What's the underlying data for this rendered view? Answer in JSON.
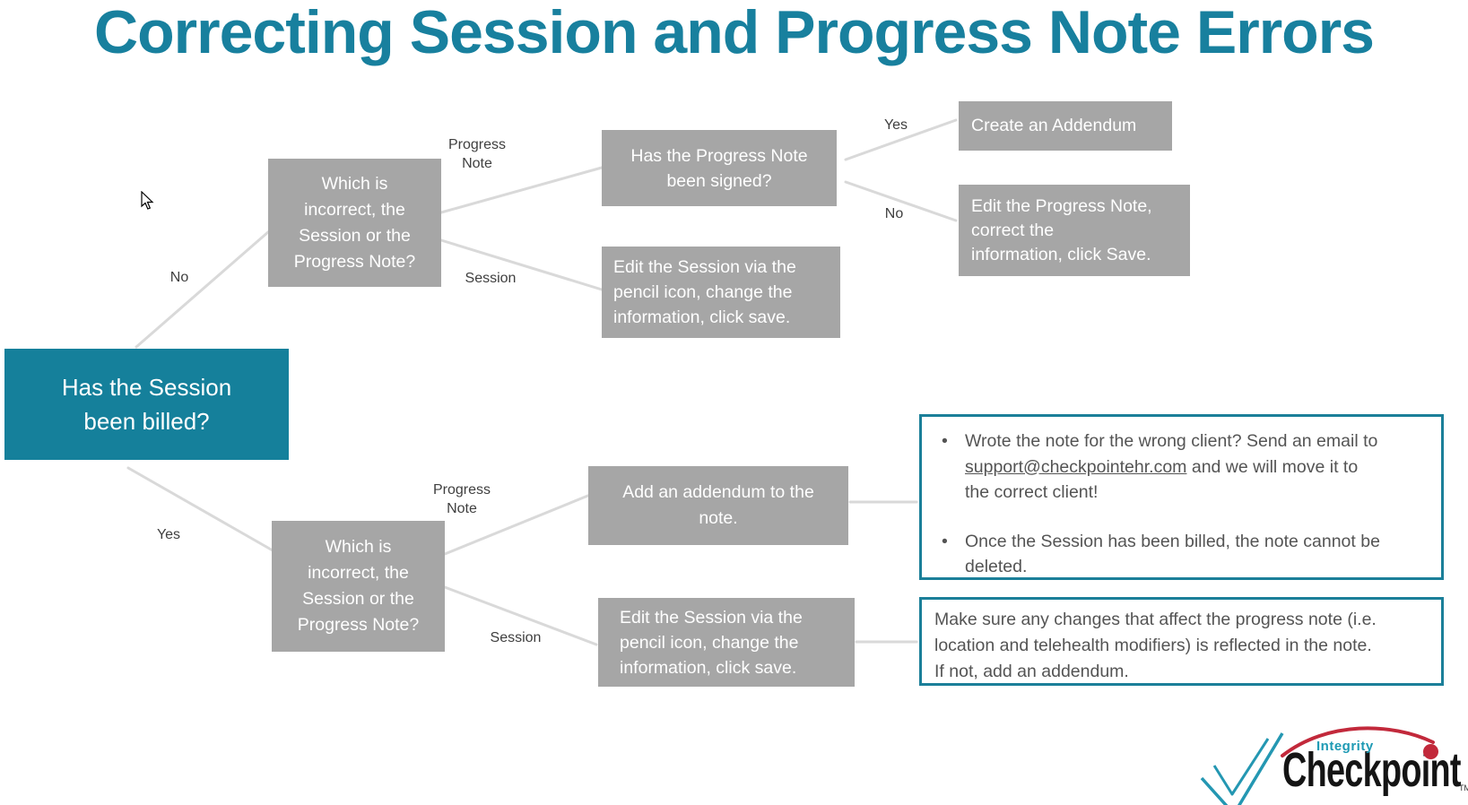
{
  "title": "Correcting Session and Progress Note Errors",
  "colors": {
    "teal_fill": "#15809B",
    "title_teal": "#18809E",
    "gray_box": "#A6A6A6",
    "note_border_teal": "#1B7F99",
    "connector_gray": "#D9D9D9",
    "label_text": "#3F3F3F",
    "note_text": "#545454",
    "logo_red": "#C2293B",
    "logo_teal": "#2497B2"
  },
  "flowchart": {
    "root": {
      "label": "Has the Session\nbeen billed?"
    },
    "edges": {
      "no_top": "No",
      "yes_bottom": "Yes",
      "progress_note_top": "Progress\nNote",
      "session_top": "Session",
      "signed_yes": "Yes",
      "signed_no": "No",
      "progress_note_bottom": "Progress\nNote",
      "session_bottom": "Session"
    },
    "nodes": {
      "which_top": {
        "label": "Which is\nincorrect, the\nSession or the\nProgress Note?"
      },
      "signed": {
        "label": "Has the Progress Note\nbeen signed?"
      },
      "create_addendum": {
        "label": "Create an Addendum"
      },
      "edit_progress_note": {
        "label": "Edit the Progress Note,\ncorrect the\ninformation, click Save."
      },
      "edit_session_top": {
        "label": "Edit the Session via the\npencil icon, change the\ninformation, click save."
      },
      "which_bottom": {
        "label": "Which is\nincorrect, the\nSession or the\nProgress Note?"
      },
      "add_addendum": {
        "label": "Add an addendum to the\nnote."
      },
      "edit_session_bottom": {
        "label": "Edit the Session via the\npencil icon, change the\ninformation, click save."
      }
    },
    "notes": {
      "bullet_char": "•",
      "note1_bullet1_pre": "Wrote the note for the wrong client? Send an email to\n",
      "note1_bullet1_email": "support@checkpointehr.com",
      "note1_bullet1_post": " and we will move it to\nthe correct client!",
      "note1_bullet2": "Once the Session has been billed, the note cannot be\ndeleted.",
      "note2_text": "Make sure any changes that affect the progress note (i.e.\nlocation and telehealth modifiers) is reflected in the note.\nIf not, add an addendum."
    }
  },
  "logo": {
    "integrity": "Integrity",
    "checkpoint": "Checkpoint",
    "tm": "TM"
  }
}
